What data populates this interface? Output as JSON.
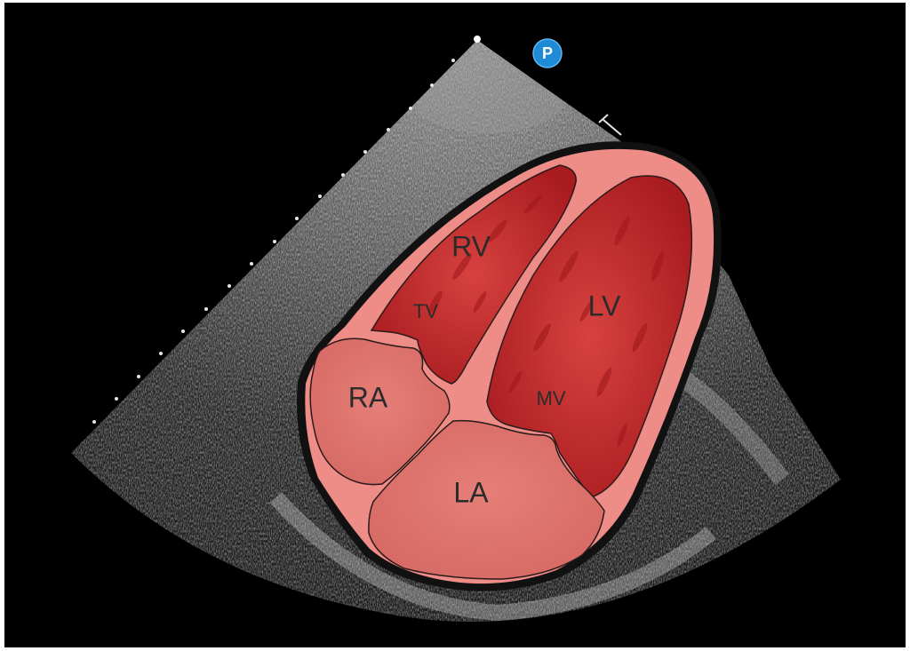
{
  "image": {
    "kind": "echocardiogram apical four-chamber view with anatomical overlay",
    "background_color": "#000000"
  },
  "marker": {
    "letter": "P",
    "color": "#1f8ad6",
    "icon": "marker-circle-icon"
  },
  "chambers": {
    "rv": "RV",
    "lv": "LV",
    "ra": "RA",
    "la": "LA"
  },
  "valves": {
    "tv": "TV",
    "mv": "MV"
  },
  "colors": {
    "myocardium_outline": "#111111",
    "myocardium": "#ee8c87",
    "ventricle_fill": "#c4282a",
    "atrium_fill": "#dd6b66"
  }
}
